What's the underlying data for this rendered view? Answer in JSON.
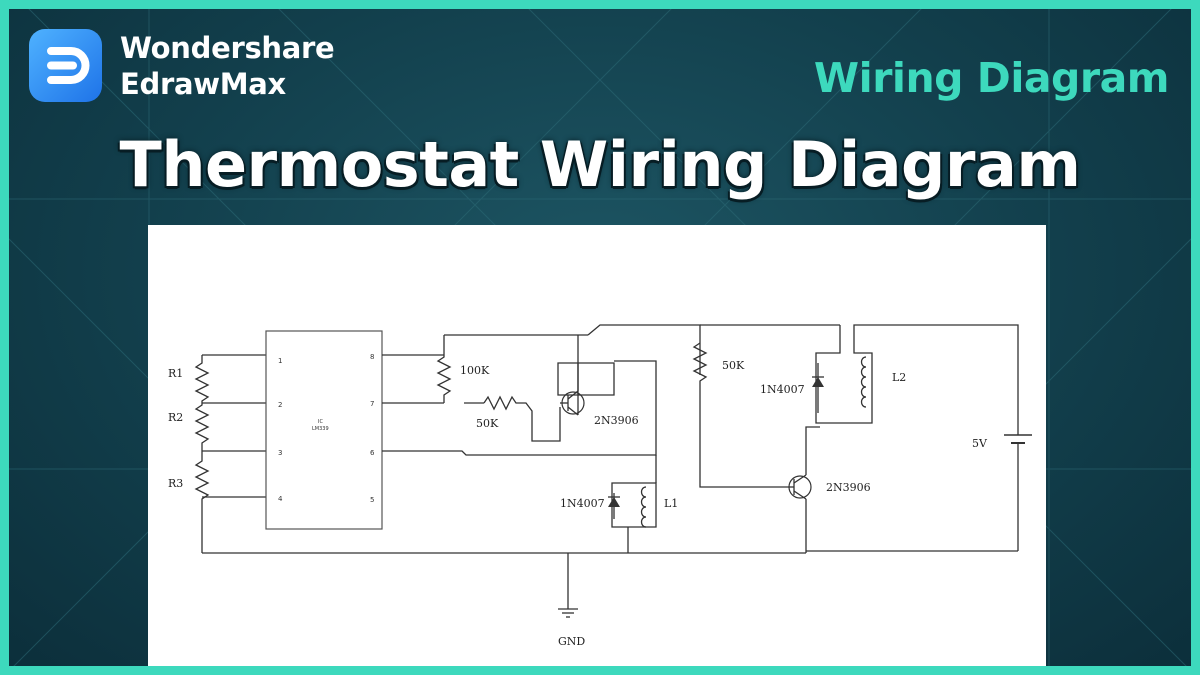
{
  "brand": {
    "line1": "Wondershare",
    "line2": "EdrawMax",
    "logo_icon": "edrawmax-logo-icon",
    "logo_color": "#2b8cf6"
  },
  "tag": "Wiring Diagram",
  "title": "Thermostat Wiring Diagram",
  "colors": {
    "accent": "#3dd9bd",
    "background": "#123f4c",
    "paper": "#ffffff"
  },
  "diagram": {
    "resistors": {
      "r1": "R1",
      "r2": "R2",
      "r3": "R3",
      "r100k": "100K",
      "r50k_a": "50K",
      "r50k_b": "50K"
    },
    "ic": {
      "label_line1": "IC",
      "label_line2": "LM339",
      "pins": [
        "1",
        "2",
        "3",
        "4",
        "8",
        "7",
        "6",
        "5"
      ]
    },
    "transistors": {
      "q1": "2N3906",
      "q2": "2N3906"
    },
    "diodes": {
      "d1": "1N4007",
      "d2": "1N4007"
    },
    "coils": {
      "l1": "L1",
      "l2": "L2"
    },
    "supply": "5V",
    "ground": "GND"
  }
}
